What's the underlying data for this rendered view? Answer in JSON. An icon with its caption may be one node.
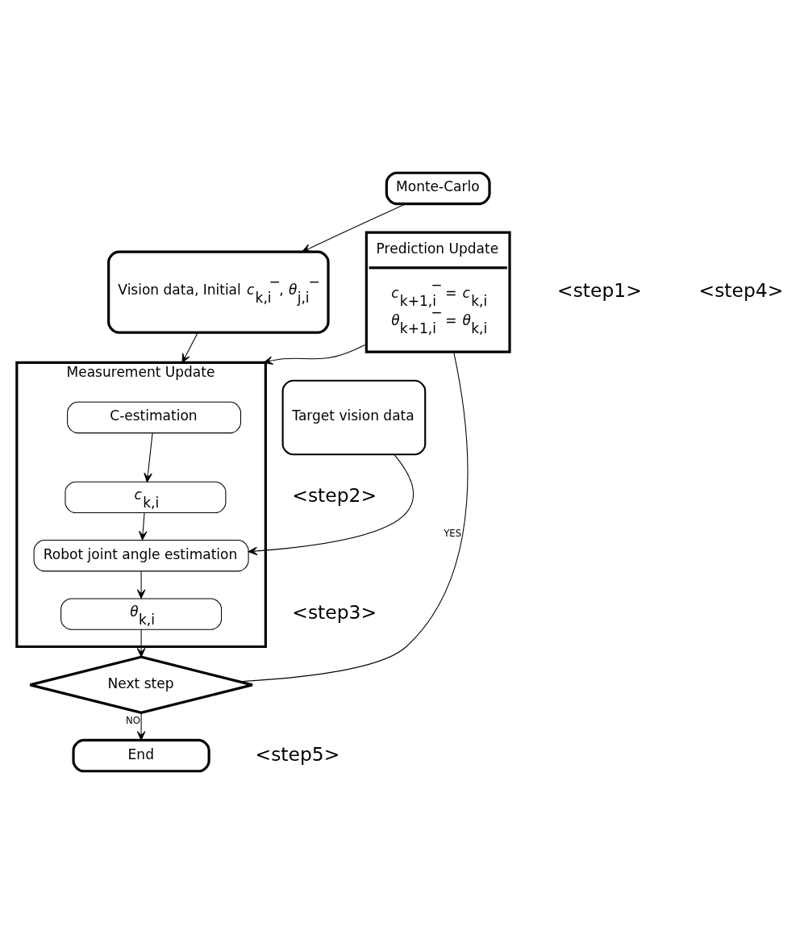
{
  "diagram": {
    "nodes": [
      {
        "text": [
          "Monte-Carlo"
        ]
      },
      {
        "text": [
          "Vision data, Initial *c*$_{k,i}$$^{−}$, *θ*$_{j,i}$$^{−}$"
        ]
      },
      {
        "text": [
          "Measurement Update"
        ]
      },
      {
        "text": [
          "C-estimation"
        ],
        "in": 2
      },
      {
        "text": [
          "*c*$_{k,i}$"
        ],
        "in": 2
      },
      {
        "text": [
          "Robot joint angle estimation"
        ],
        "in": 2
      },
      {
        "text": [
          "*θ*$_{k,i}$"
        ],
        "in": 2
      },
      {
        "text": [
          "Prediction Update",
          "*c*$_{k+1,i}$$^{−}$ = *c*$_{k,i}$",
          "*θ*$_{k+1,i}$$^{−}$ = *θ*$_{k,i}$"
        ]
      },
      {
        "text": [
          "Target vision data"
        ]
      },
      {
        "text": [
          "Next step"
        ]
      },
      {
        "text": [
          "End"
        ]
      }
    ],
    "edges": [
      {
        "from": 0,
        "to": 1,
        "arrow": "to"
      },
      {
        "from": 1,
        "to": 2,
        "arrow": "to"
      },
      {
        "from": 3,
        "to": 4,
        "arrow": "to"
      },
      {
        "from": 4,
        "to": 5,
        "arrow": "to"
      },
      {
        "from": 8,
        "to": 5,
        "arrow": "to"
      },
      {
        "from": 5,
        "to": 6,
        "arrow": "to"
      },
      {
        "from": 6,
        "to": 9,
        "arrow": "to"
      },
      {
        "from": 9,
        "to": 7,
        "arrow": "none",
        "label": "YES"
      },
      {
        "from": 7,
        "to": 2,
        "arrow": "to"
      },
      {
        "from": 9,
        "to": 10,
        "arrow": "to",
        "label": "NO"
      }
    ],
    "labels": [
      "<step1>",
      "<step4>",
      "<step2>",
      "<step3>",
      "<step5>"
    ]
  }
}
